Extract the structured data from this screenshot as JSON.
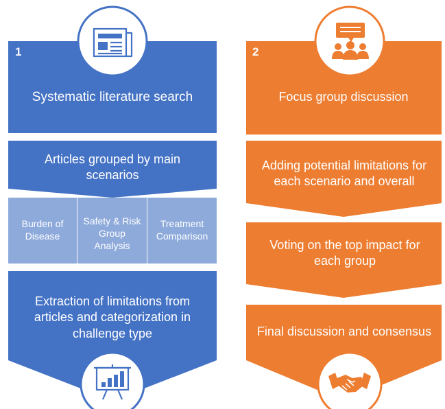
{
  "colors": {
    "blue": "#4472c4",
    "blue_light": "#8eaadb",
    "orange": "#ed7d31",
    "white": "#ffffff"
  },
  "left": {
    "number": "1",
    "top_icon": "newspaper-icon",
    "bottom_icon": "presentation-chart-icon",
    "steps": [
      "Systematic literature search",
      "Articles grouped by main scenarios",
      "Extraction of limitations from articles and categorization in challenge type"
    ],
    "scenarios": [
      "Burden of Disease",
      "Safety & Risk Group Analysis",
      "Treatment Comparison"
    ]
  },
  "right": {
    "number": "2",
    "top_icon": "group-discussion-icon",
    "bottom_icon": "handshake-icon",
    "steps": [
      "Focus group discussion",
      "Adding potential limitations for each scenario and overall",
      "Voting on the top impact for each group",
      "Final discussion and consensus"
    ]
  }
}
